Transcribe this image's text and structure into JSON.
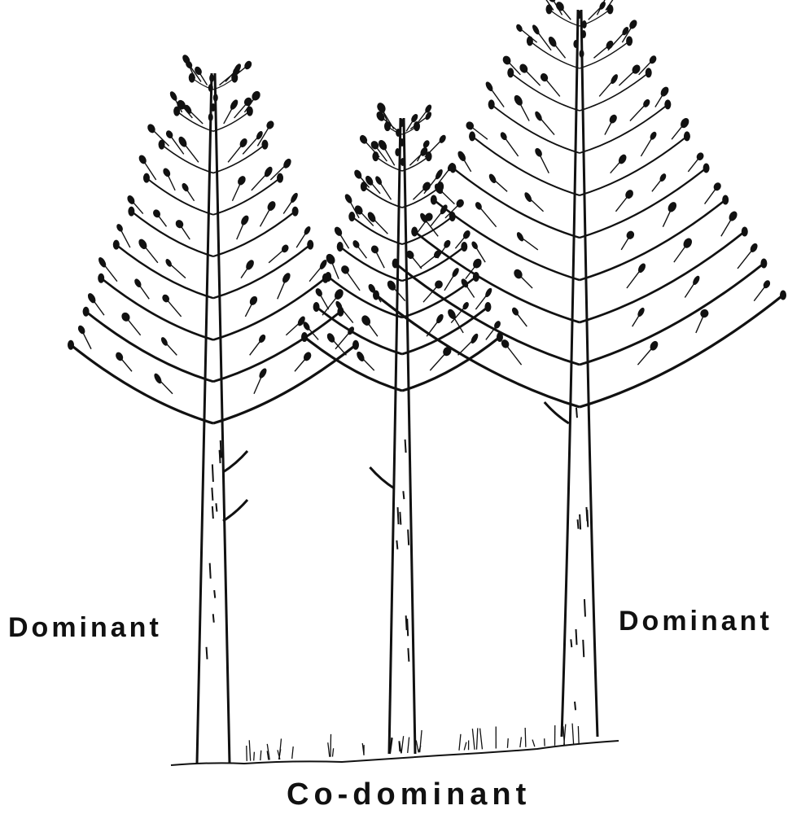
{
  "labels": {
    "left": "Dominant",
    "right": "Dominant",
    "bottom": "Co-dominant"
  },
  "trees": [
    {
      "role": "dominant"
    },
    {
      "role": "co-dominant"
    },
    {
      "role": "dominant"
    }
  ],
  "colors": {
    "ink": "#111111",
    "background": "#ffffff"
  }
}
